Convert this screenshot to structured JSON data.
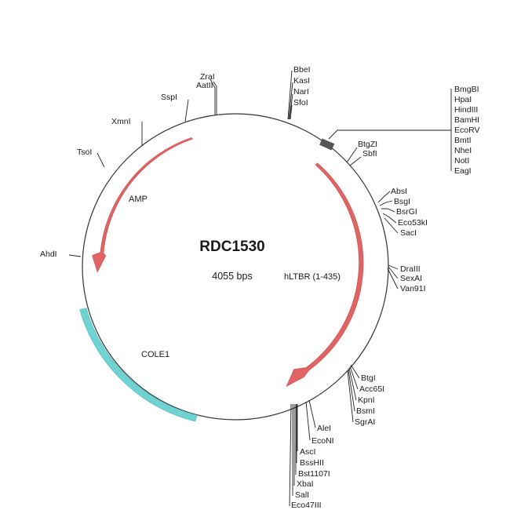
{
  "plasmid": {
    "name": "RDC1530",
    "size_label": "4055 bps"
  },
  "colors": {
    "backbone": "#333333",
    "arrow": "#e06464",
    "arrow_edge": "#c84a4a",
    "ori": "#6fd3d3",
    "ori_edge": "#4fb5b5",
    "mcs_block": "#555555"
  },
  "features": [
    {
      "id": "amp",
      "label": "AMP"
    },
    {
      "id": "hltbr",
      "label": "hLTBR (1-435)"
    },
    {
      "id": "cole1",
      "label": "COLE1"
    }
  ],
  "sites": {
    "top_left": [
      "ZraI",
      "AatII"
    ],
    "sspi": [
      "SspI"
    ],
    "xmni": [
      "XmnI"
    ],
    "tsoi": [
      "TsoI"
    ],
    "ahdi": [
      "AhdI"
    ],
    "top": [
      "BbeI",
      "KasI",
      "NarI",
      "SfoI"
    ],
    "mcs": [
      "BmgBI",
      "HpaI",
      "HindIII",
      "BamHI",
      "EcoRV",
      "BmtI",
      "NheI",
      "NotI",
      "EagI"
    ],
    "btgzi": [
      "BtgZI",
      "SbfI"
    ],
    "right_a": [
      "AbsI",
      "BsgI",
      "BsrGI",
      "Eco53kI",
      "SacI"
    ],
    "right_b": [
      "DraIII",
      "SexAI",
      "Van91I"
    ],
    "lower_right": [
      "BtgI",
      "Acc65I",
      "KpnI",
      "BsmI",
      "SgrAI"
    ],
    "bottom": [
      "AleI",
      "EcoNI",
      "AscI",
      "BssHII",
      "Bst1107I",
      "XbaI",
      "SalI",
      "Eco47III"
    ]
  }
}
